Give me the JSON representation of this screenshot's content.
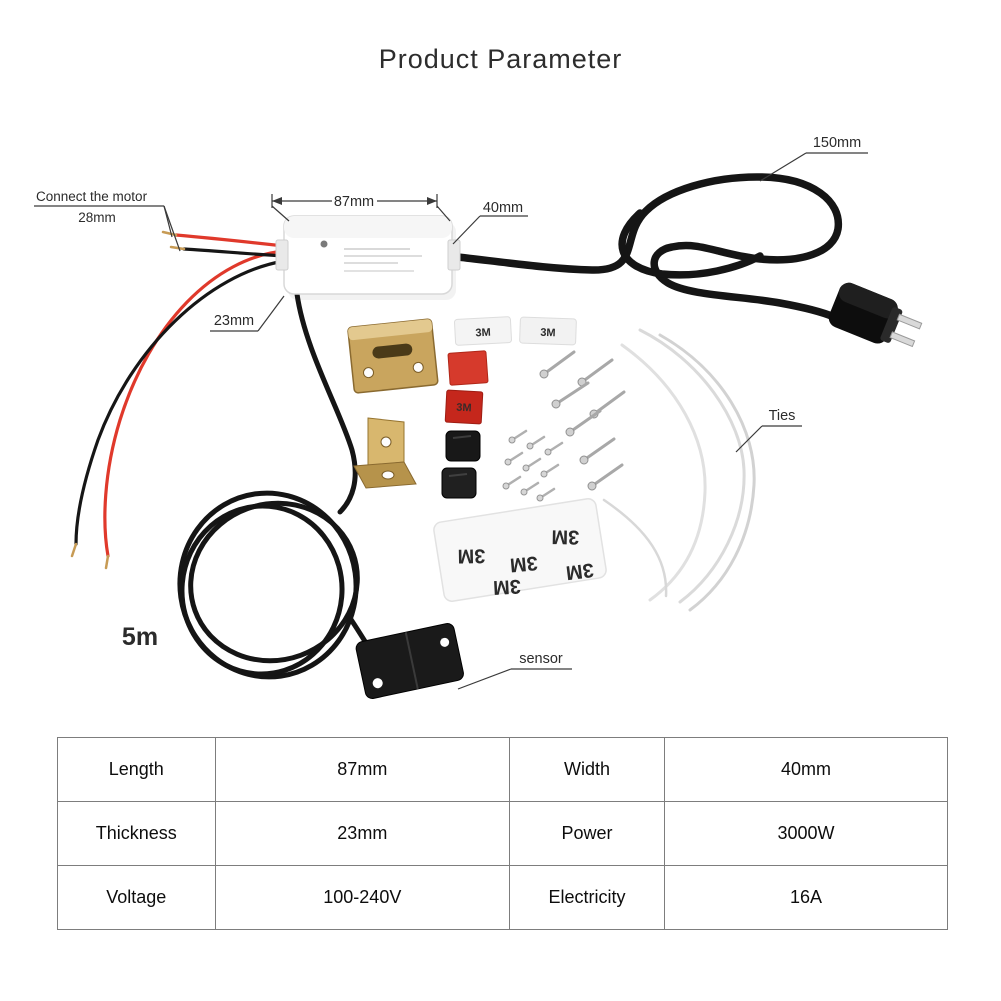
{
  "title": "Product Parameter",
  "labels": {
    "cable_length": "150mm",
    "connect_motor": "Connect the motor",
    "wire_tip_length": "28mm",
    "length": "87mm",
    "width": "40mm",
    "thickness": "23mm",
    "ties": "Ties",
    "sensor_cable": "5m",
    "sensor": "sensor",
    "brand": "3M"
  },
  "table": {
    "rows": [
      [
        "Length",
        "87mm",
        "Width",
        "40mm"
      ],
      [
        "Thickness",
        "23mm",
        "Power",
        "3000W"
      ],
      [
        "Voltage",
        "100-240V",
        "Electricity",
        "16A"
      ]
    ]
  },
  "colors": {
    "wire_red": "#e0392b",
    "wire_black": "#151515",
    "brass": "#c9a55e",
    "adhesive_red": "#d63a2c",
    "annotation_text": "#2b2b2b"
  }
}
